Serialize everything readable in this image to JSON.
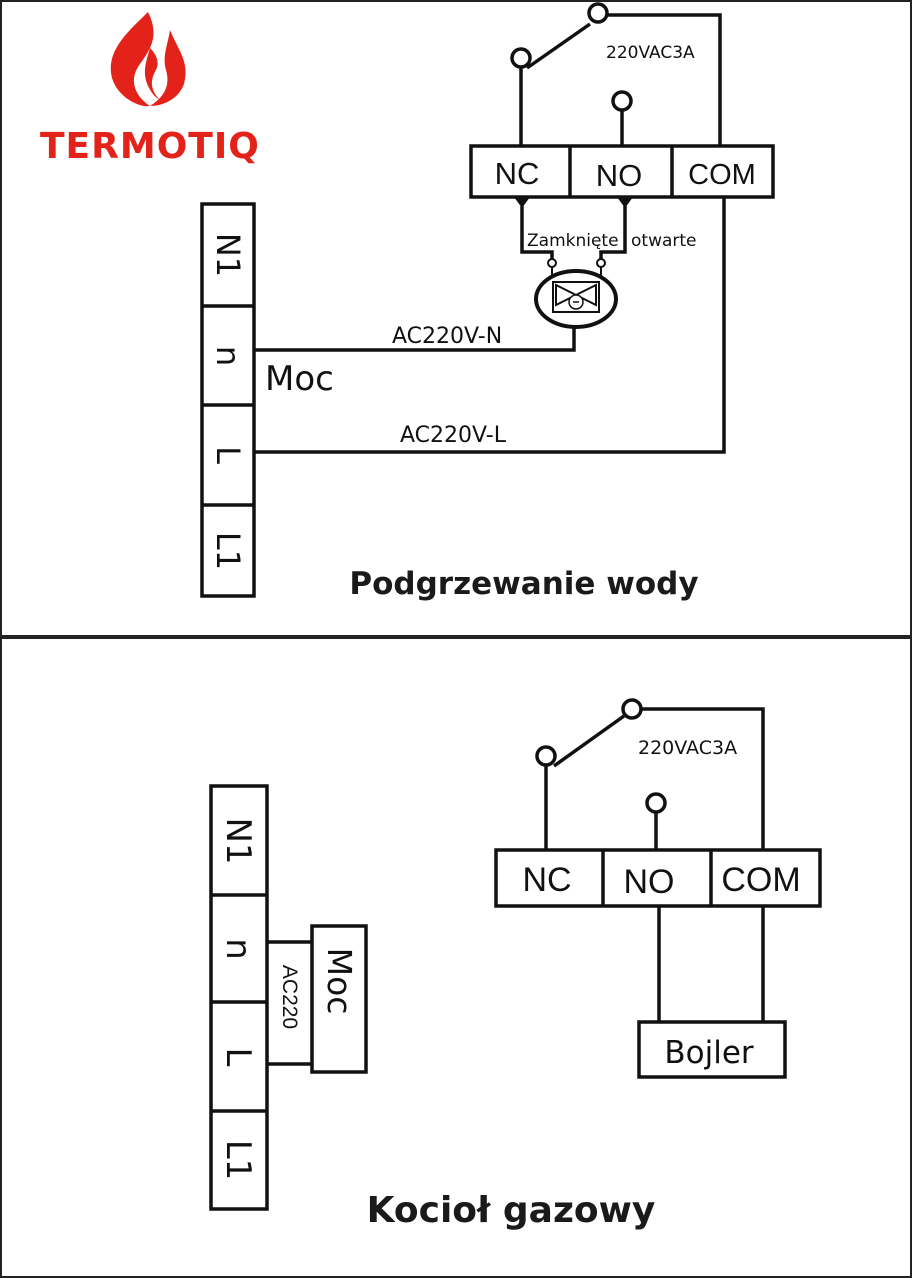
{
  "brand": {
    "name": "TERMOTIQ",
    "color": "#e32219",
    "icon": "flame-logo-icon"
  },
  "top_diagram": {
    "title": "Podgrzewanie wody",
    "rating": "220VAC3A",
    "relay_terminals": [
      "NC",
      "NO",
      "COM"
    ],
    "thermostat_terminals": [
      "N1",
      "n",
      "L",
      "L1"
    ],
    "power_label": "Moc",
    "valve_label_closed": "Zamknięte",
    "valve_label_open": "otwarte",
    "wire_neutral": "AC220V-N",
    "wire_live": "AC220V-L",
    "valve_icon": "motorized-valve-icon"
  },
  "bottom_diagram": {
    "title": "Kocioł gazowy",
    "rating": "220VAC3A",
    "relay_terminals": [
      "NC",
      "NO",
      "COM"
    ],
    "thermostat_terminals": [
      "N1",
      "n",
      "L",
      "L1"
    ],
    "power_label": "Moc",
    "power_voltage": "AC220",
    "load_label": "Bojler"
  },
  "colors": {
    "line": "#111111",
    "divider": "#222222",
    "background": "#ffffff"
  }
}
